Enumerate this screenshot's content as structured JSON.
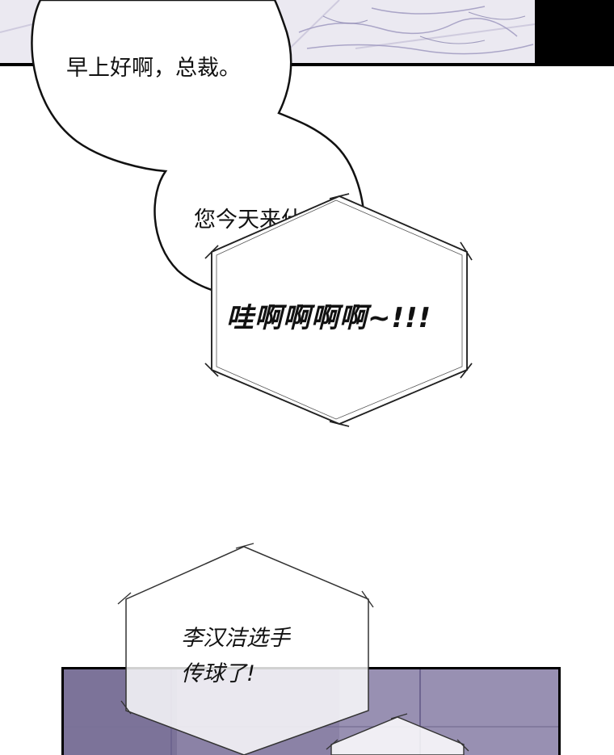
{
  "panel_1": {
    "speech_bubble": {
      "line_1": "早上好啊，总裁。",
      "line_2": "您今天来什"
    },
    "shout_bubble": {
      "text": "哇啊啊啊啊~!!!"
    }
  },
  "panel_2": {
    "narration_box": {
      "line_1": "李汉洁选手",
      "line_2": "传球了!"
    }
  },
  "colors": {
    "marble": "#e7e4ef",
    "marble_vein": "#9a94bd",
    "black_frame": "#000000",
    "purple_wall": "#8b82a6",
    "purple_wall_dark": "#6e6590",
    "bubble_outline": "#111111"
  }
}
